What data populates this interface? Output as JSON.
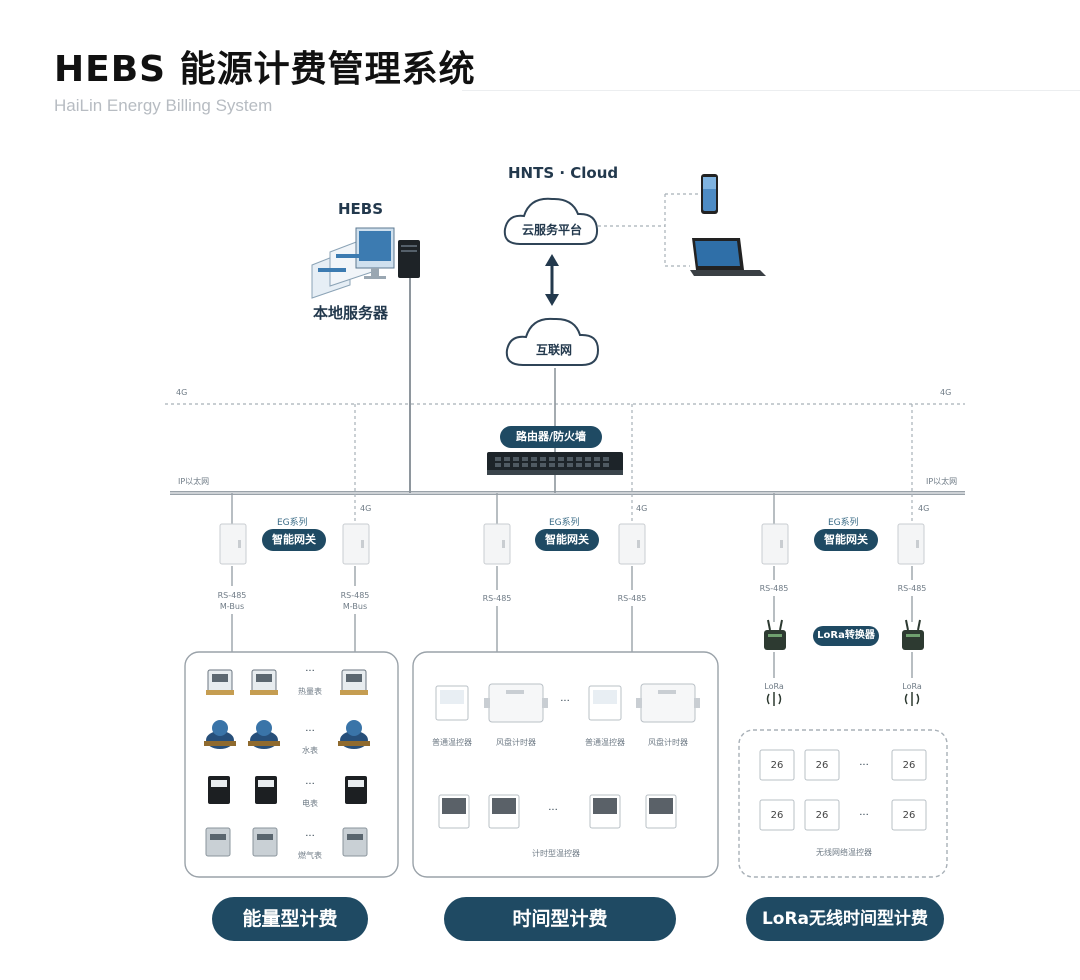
{
  "header": {
    "title": "HEBS 能源计费管理系统",
    "subtitle": "HaiLin Energy Billing System"
  },
  "top": {
    "hebs": "HEBS",
    "local_server": "本地服务器",
    "hnts_cloud": "HNTS · Cloud",
    "cloud_platform": "云服务平台",
    "internet": "互联网",
    "router": "路由器/防火墙",
    "fourg_left": "4G",
    "fourg_right": "4G",
    "ip_left": "IP以太网",
    "ip_right": "IP以太网"
  },
  "gateway": {
    "series": "EG系列",
    "name": "智能网关",
    "fourg": "4G"
  },
  "protocols": {
    "rs485": "RS-485",
    "mbus": "M-Bus",
    "lora": "LoRa",
    "lora_converter": "LoRa转换器"
  },
  "energy": {
    "ellipsis": "···",
    "rows": [
      "热量表",
      "水表",
      "电表",
      "燃气表"
    ],
    "footer": "能量型计费"
  },
  "time": {
    "ellipsis": "···",
    "labels": [
      "普通温控器",
      "风盘计时器",
      "普通温控器",
      "风盘计时器"
    ],
    "bottom_label": "计时型温控器",
    "footer": "时间型计费"
  },
  "lora": {
    "ellipsis": "···",
    "display": "26",
    "bottom_label": "无线网络温控器",
    "footer": "LoRa无线时间型计费"
  }
}
